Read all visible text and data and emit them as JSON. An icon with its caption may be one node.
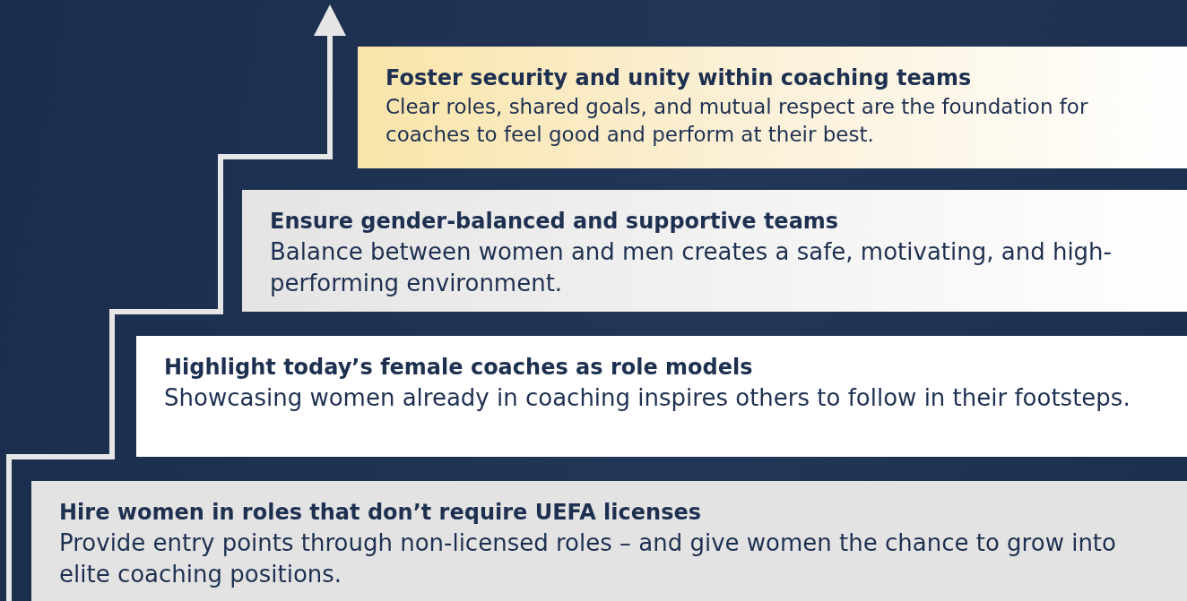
{
  "diagram": {
    "nodes": [
      {
        "text": [
          "Foster security and unity within coaching teams",
          "Clear roles, shared goals, and mutual respect are the foundation for coaches to feel good and perform at their best."
        ]
      },
      {
        "text": [
          "Ensure gender-balanced and supportive teams",
          "Balance between women and men creates a safe, motivating, and high-performing environment."
        ]
      },
      {
        "text": [
          "Highlight today’s female coaches as role models",
          "Showcasing women already in coaching inspires others to follow in their footsteps."
        ]
      },
      {
        "text": [
          "Hire women in roles that don’t require UEFA licenses",
          "Provide entry points through non-licensed roles – and give women the chance to grow into elite coaching positions."
        ]
      }
    ]
  }
}
